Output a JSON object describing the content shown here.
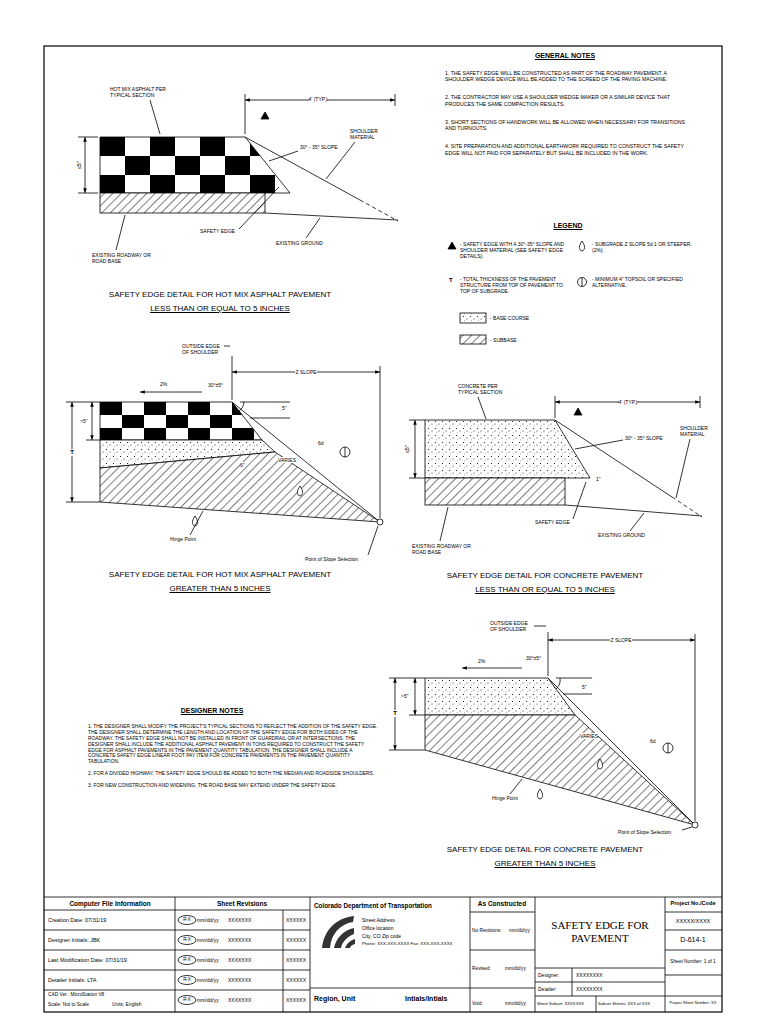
{
  "diagram": {
    "title": "SAFETY EDGE FOR PAVEMENT",
    "labels": [
      "GENERAL NOTES",
      "1. THE SAFETY EDGE WILL BE CONSTRUCTED AS PART OF THE ROADWAY PAVEMENT. A SHOULDER WEDGE DEVICE WILL BE ADDED TO THE SCREED OF THE PAVING MACHINE.",
      "2. THE CONTRACTOR MAY USE A SHOULDER WEDGE MAKER OR A SIMILAR DEVICE THAT PRODUCES THE SAME COMPACTION RESULTS.",
      "3. SHORT SECTIONS OF HANDWORK WILL BE ALLOWED WHEN NECESSARY FOR TRANSITIONS AND TURNOUTS.",
      "4. SITE PREPARATION AND ADDITIONAL EARTHWORK REQUIRED TO CONSTRUCT THE SAFETY EDGE WILL NOT PAID FOR SEPARATELY BUT SHALL BE INCLUDED IN THE WORK.",
      "LEGEND",
      "T",
      "HOT MIX ASPHALT PER TYPICAL SECTION",
      "4' (TYP.)",
      "≤5\"",
      "30° - 35° SLOPE",
      "SHOULDER MATERIAL",
      "SAFETY EDGE",
      "EXISTING GROUND",
      "EXISTING ROADWAY OR ROAD BASE",
      "SAFETY EDGE DETAIL FOR HOT MIX ASPHALT PAVEMENT",
      "LESS THAN OR EQUAL TO 5 INCHES",
      "OUTSIDE EDGE OF SHOULDER",
      "Z SLOPE",
      "2%",
      "30°±5°",
      "5\"",
      ">5\"",
      "T",
      "6d",
      "VARIES",
      "6\"",
      "Hinge Point",
      "Point of Slope Selection",
      "SAFETY EDGE DETAIL FOR HOT MIX ASPHALT PAVEMENT",
      "GREATER THAN 5 INCHES",
      "CONCRETE PER TYPICAL SECTION",
      "4' (TYP.)",
      "≤5\"",
      "30° - 35° SLOPE",
      "SHOULDER MATERIAL",
      "1\"",
      "SAFETY EDGE",
      "EXISTING GROUND",
      "EXISTING ROADWAY OR ROAD BASE",
      "SAFETY EDGE DETAIL FOR CONCRETE PAVEMENT",
      "LESS THAN OR EQUAL TO 5 INCHES",
      "OUTSIDE EDGE OF SHOULDER",
      "Z SLOPE",
      "2%",
      "30°±5°",
      "5\"",
      ">5\"",
      "T",
      "6d",
      "VARIES",
      "Hinge Point",
      "Point of Slope Selection",
      "SAFETY EDGE DETAIL FOR CONCRETE PAVEMENT",
      "GREATER THAN 5 INCHES",
      "DESIGNER NOTES",
      "1. THE DESIGNER SHALL MODIFY THE PROJECT'S TYPICAL SECTIONS TO REFLECT THE ADDITION OF THE SAFETY EDGE. THE DESIGNER SHALL DETERMINE THE LENGTH AND LOCATION OF THE SAFETY EDGE FOR BOTH SIDES OF THE ROADWAY. THE SAFETY EDGE SHALL NOT BE INSTALLED IN FRONT OF GUARDRAIL OR AT INTERSECTIONS. THE DESIGNER SHALL INCLUDE THE ADDITIONAL ASPHALT PAVEMENT IN TONS REQUIRED TO CONSTRUCT THE SAFETY EDGE FOR ASPHALT PAVEMENTS IN THE PAVEMENT QUANTITY TABULATION. THE DESIGNER SHALL INCLUDE A CONCRETE SAFETY EDGE LINEAR FOOT PAY ITEM FOR CONCRETE PAVEMENTS IN THE PAVEMENT QUANTITY TABULATION.",
      "2. FOR A DIVIDED HIGHWAY, THE SAFETY EDGE SHOULD BE ADDED TO BOTH THE MEDIAN AND ROADSIDE SHOULDERS.",
      "3. FOR NEW CONSTRUCTION AND WIDENING, THE ROAD BASE MAY EXTEND UNDER THE SAFETY EDGE.",
      "Computer File Information",
      "Creation Date: 07/31/19",
      "Designer Initials: JBK",
      "Last Modification Date: 07/31/19",
      "Detailer Initials: LTA",
      "CAD Ver.: MicroStation V8",
      "Scale: Not to Scale",
      "Units: English",
      "Sheet Revisions",
      "R-X",
      "mm/dd/yy",
      "XXXXXXX",
      "XXXXXX",
      "R-X",
      "mm/dd/yy",
      "XXXXXXX",
      "XXXXXX",
      "R-X",
      "mm/dd/yy",
      "XXXXXXX",
      "XXXXXX",
      "R-X",
      "mm/dd/yy",
      "XXXXXXX",
      "XXXXXX",
      "R-X",
      "mm/dd/yy",
      "XXXXXXX",
      "XXXXXX",
      "Colorado Department of Transportation",
      "Street Address",
      "Office location",
      "City, CO Zip code",
      "Phone: XXX-XXX-XXXX Fax: XXX-XXX-XXXX",
      "Region, Unit",
      "Intials/Intials",
      "As Constructed",
      "No Revisions:",
      "mm/dd/yy",
      "Revised:",
      "mm/dd/yy",
      "Void:",
      "mm/dd/yy",
      "Designer:",
      "XXXXXXXX",
      "Detailer:",
      "XXXXXXXX",
      "Sheet Subset: XXXXXXX",
      "Subset Sheets: XXX of XXX",
      "Project No./Code",
      "XXXXX/XXXX",
      "D-614-1",
      "Sheet Number: 1 of 1",
      "Project Sheet Number: XX"
    ],
    "legend": [
      {
        "text": "- SAFETY EDGE WITH A 30°-35° SLOPE AND SHOULDER MATERIAL (SEE SAFETY EDGE DETAILS)."
      },
      {
        "text": "- TOTAL THICKNESS OF THE PAVEMENT STRUCTURE FROM TOP OF PAVEMENT TO TOP OF SUBGRADE."
      },
      {
        "text": "- BASE COURSE"
      },
      {
        "text": "- SUBBASE"
      },
      {
        "text": "- SUBGRADE Z SLOPE 5d:1 OR STEEPER. (2%)"
      },
      {
        "text": "- MINIMUM 4\" TOPSOIL OR SPECIFIED ALTERNATIVE."
      }
    ]
  }
}
